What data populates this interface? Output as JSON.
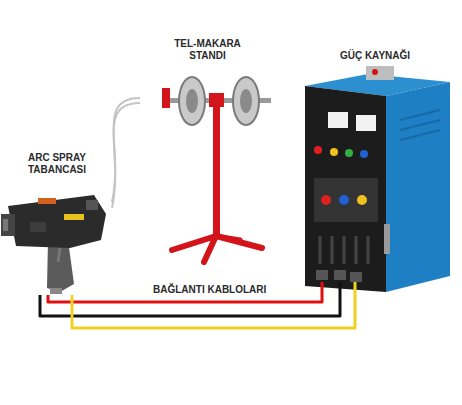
{
  "diagram": {
    "nodes": [
      {
        "text": [
          "TEL-MAKARA STANDI"
        ]
      },
      {
        "text": [
          "GÜÇ KAYNAĞI"
        ]
      },
      {
        "text": [
          "ARC SPRAY TABANCASI"
        ]
      }
    ],
    "edges": [
      {
        "from": 0,
        "to": 2,
        "arrow": "none"
      },
      {
        "from": 2,
        "to": 1,
        "label": "BAĞLANTI KABLOLARI",
        "arrow": "none"
      }
    ]
  }
}
